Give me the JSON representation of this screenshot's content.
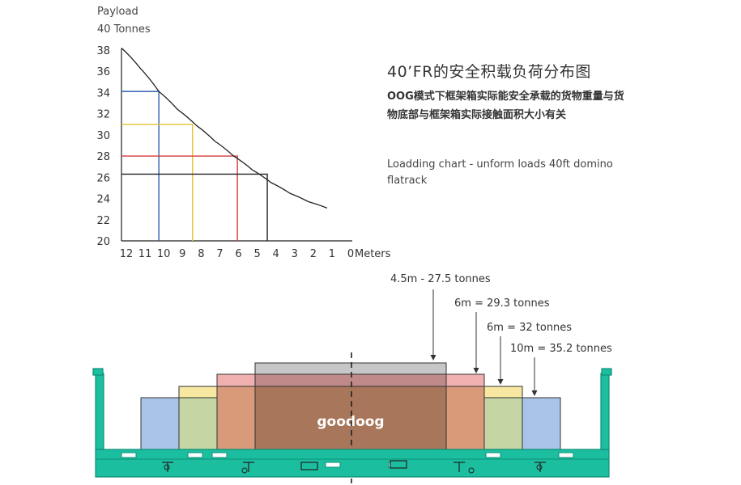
{
  "chart_data": {
    "type": "line",
    "ylabel_line1": "Payload",
    "ylabel_line2": "40 Tonnes",
    "xlabel": "Meters",
    "y_ticks": [
      38,
      36,
      34,
      32,
      30,
      28,
      26,
      24,
      22,
      20
    ],
    "x_ticks": [
      12,
      11,
      10,
      9,
      8,
      7,
      6,
      5,
      4,
      3,
      2,
      1,
      0
    ],
    "ylim": [
      20,
      38
    ],
    "xlim": [
      12,
      0
    ],
    "curve": {
      "x": [
        12,
        11,
        10,
        9,
        8,
        7,
        6,
        5,
        4,
        3,
        2,
        1
      ],
      "y": [
        38.2,
        36.3,
        34.1,
        32.4,
        30.9,
        29.4,
        28.0,
        26.7,
        25.5,
        24.5,
        23.7,
        23.1
      ]
    },
    "markers": [
      {
        "x": 10,
        "y": 34.1,
        "color": "#2f5fb3"
      },
      {
        "x": 8.2,
        "y": 31.0,
        "color": "#e6c233"
      },
      {
        "x": 5.8,
        "y": 28.0,
        "color": "#d63a3a"
      },
      {
        "x": 4.2,
        "y": 26.3,
        "color": "#222222"
      }
    ]
  },
  "header": {
    "title": "40’FR的安全积载负荷分布图",
    "subtitle": "OOG模式下框架箱实际能安全承载的货物重量与货物底部与框架箱实际接触面积大小有关",
    "description": "Loadding chart - unform loads 40ft domino flatrack"
  },
  "callouts": [
    {
      "label": "4.5m - 27.5 tonnes"
    },
    {
      "label": "6m = 29.3 tonnes"
    },
    {
      "label": "6m = 32 tonnes"
    },
    {
      "label": "10m = 35.2 tonnes"
    }
  ],
  "diagram": {
    "logo_text": "goodoog",
    "colors": {
      "frame": "#1bbfa0",
      "frame_dark": "#0e8f77",
      "gray": "#c7c7c7",
      "pink": "#f0b0b0",
      "yellow": "#f7e7a0",
      "blue": "#a9c4e8",
      "green": "#c5d6a4",
      "orange": "#d99a7a",
      "brown": "#a8765a"
    }
  }
}
